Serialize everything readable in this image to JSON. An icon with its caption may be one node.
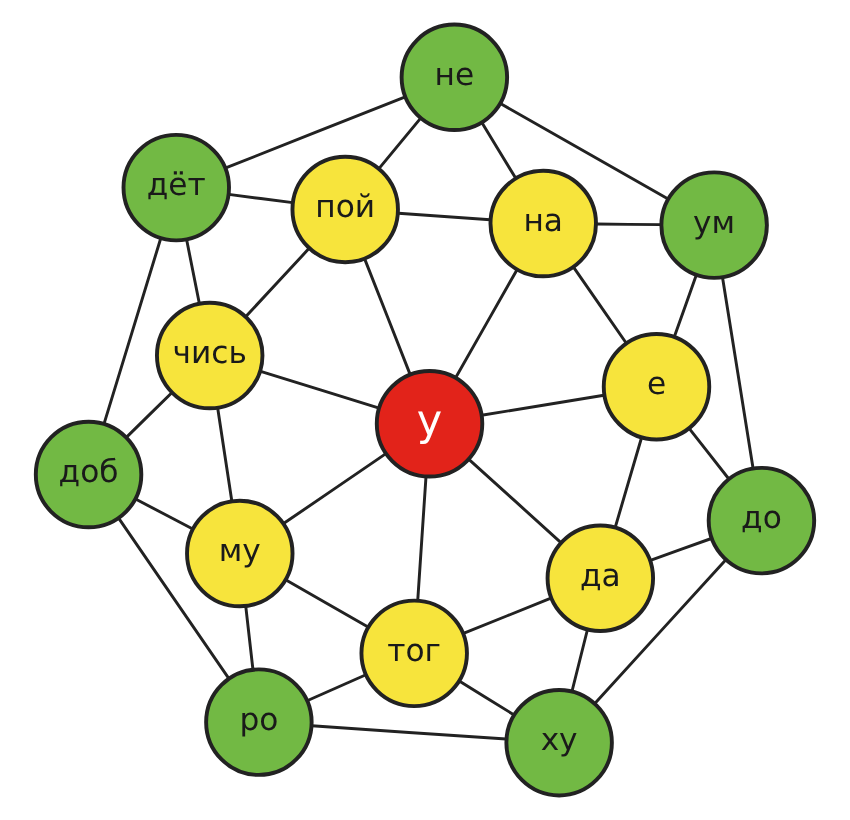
{
  "diagram": {
    "nodes": [
      {
        "text": [
          "доб"
        ]
      },
      {
        "text": [
          "дёт"
        ]
      },
      {
        "text": [
          "ро"
        ]
      },
      {
        "text": [
          "чись"
        ]
      },
      {
        "text": [
          "му"
        ]
      },
      {
        "text": [
          "пой"
        ]
      },
      {
        "text": [
          "у"
        ]
      },
      {
        "text": [
          "тог"
        ]
      },
      {
        "text": [
          "не"
        ]
      },
      {
        "text": [
          "ху"
        ]
      },
      {
        "text": [
          "на"
        ]
      },
      {
        "text": [
          "да"
        ]
      },
      {
        "text": [
          "е"
        ]
      },
      {
        "text": [
          "ум"
        ]
      },
      {
        "text": [
          "до"
        ]
      }
    ],
    "edges": [
      {
        "from": 6,
        "to": 3,
        "arrow": "none"
      },
      {
        "from": 6,
        "to": 4,
        "arrow": "none"
      },
      {
        "from": 6,
        "to": 7,
        "arrow": "none"
      },
      {
        "from": 6,
        "to": 11,
        "arrow": "none"
      },
      {
        "from": 6,
        "to": 12,
        "arrow": "none"
      },
      {
        "from": 6,
        "to": 10,
        "arrow": "none"
      },
      {
        "from": 6,
        "to": 5,
        "arrow": "none"
      },
      {
        "from": 3,
        "to": 4,
        "arrow": "none"
      },
      {
        "from": 4,
        "to": 7,
        "arrow": "none"
      },
      {
        "from": 7,
        "to": 11,
        "arrow": "none"
      },
      {
        "from": 11,
        "to": 12,
        "arrow": "none"
      },
      {
        "from": 12,
        "to": 10,
        "arrow": "none"
      },
      {
        "from": 10,
        "to": 5,
        "arrow": "none"
      },
      {
        "from": 5,
        "to": 3,
        "arrow": "none"
      },
      {
        "from": 3,
        "to": 0,
        "arrow": "none"
      },
      {
        "from": 3,
        "to": 1,
        "arrow": "none"
      },
      {
        "from": 4,
        "to": 0,
        "arrow": "none"
      },
      {
        "from": 4,
        "to": 2,
        "arrow": "none"
      },
      {
        "from": 7,
        "to": 2,
        "arrow": "none"
      },
      {
        "from": 7,
        "to": 9,
        "arrow": "none"
      },
      {
        "from": 11,
        "to": 9,
        "arrow": "none"
      },
      {
        "from": 11,
        "to": 14,
        "arrow": "none"
      },
      {
        "from": 12,
        "to": 14,
        "arrow": "none"
      },
      {
        "from": 12,
        "to": 13,
        "arrow": "none"
      },
      {
        "from": 10,
        "to": 13,
        "arrow": "none"
      },
      {
        "from": 10,
        "to": 8,
        "arrow": "none"
      },
      {
        "from": 5,
        "to": 8,
        "arrow": "none"
      },
      {
        "from": 5,
        "to": 1,
        "arrow": "none"
      },
      {
        "from": 0,
        "to": 2,
        "arrow": "none"
      },
      {
        "from": 2,
        "to": 9,
        "arrow": "none"
      },
      {
        "from": 9,
        "to": 14,
        "arrow": "none"
      },
      {
        "from": 14,
        "to": 13,
        "arrow": "none"
      },
      {
        "from": 13,
        "to": 8,
        "arrow": "none"
      },
      {
        "from": 8,
        "to": 1,
        "arrow": "none"
      },
      {
        "from": 1,
        "to": 0,
        "arrow": "none"
      }
    ]
  }
}
